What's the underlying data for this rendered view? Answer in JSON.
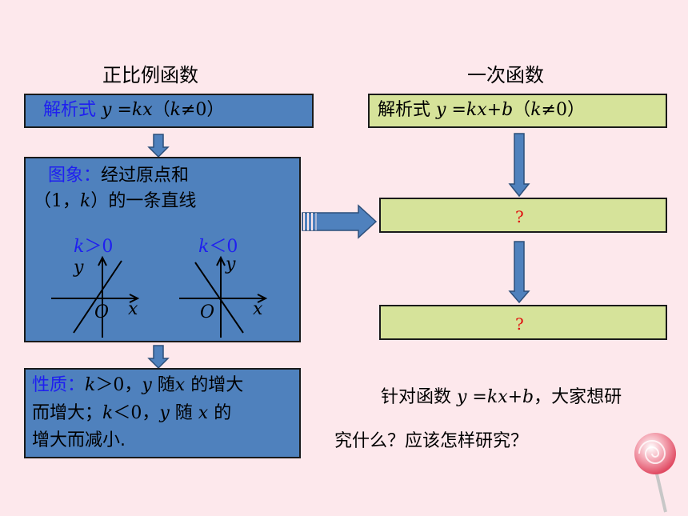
{
  "left_title": "正比例函数",
  "right_title": "一次函数",
  "left_formula": {
    "label": "解析式",
    "expr_y": "y",
    "expr_eq": " =",
    "expr_kx": "kx",
    "cond_open": "（",
    "cond_k": "k",
    "cond_rest": "≠0）"
  },
  "right_formula": {
    "label": "解析式",
    "expr_y": "y",
    "expr_eq": " =",
    "expr_kx": "kx",
    "expr_plus_b": "+b",
    "cond_open": "（",
    "cond_k": "k",
    "cond_rest": "≠0）"
  },
  "image_box": {
    "label": "图象：",
    "line1_rest": "经过原点和",
    "line2_open": "（1，",
    "line2_k": "k",
    "line2_rest": "）的一条直线",
    "case_pos_k": "k",
    "case_pos_rel": "＞0",
    "case_neg_k": "k",
    "case_neg_rel": "＜0",
    "axis_y": "y",
    "axis_x": "x",
    "origin": "O"
  },
  "property_box": {
    "label": "性质：",
    "line1": [
      "k",
      "＞0，",
      "y",
      " 随",
      "x",
      " 的增大"
    ],
    "line2": [
      "而增大；",
      "k",
      "＜0，",
      "y",
      " 随 ",
      "x",
      " 的"
    ],
    "line3": "增大而减小."
  },
  "question_marks": [
    "?",
    "?"
  ],
  "question_text": {
    "part1": "针对函数 ",
    "y": "y",
    "eq": " =",
    "kx": "kx",
    "pb": "+b",
    "part2": "，大家想研",
    "line2": "究什么？应该怎样研究？"
  },
  "colors": {
    "background": "#fde8ec",
    "blue_box": "#4f81bd",
    "green_box": "#d6e39a",
    "label_blue": "#1f1ff0",
    "question_red": "#e01010"
  }
}
